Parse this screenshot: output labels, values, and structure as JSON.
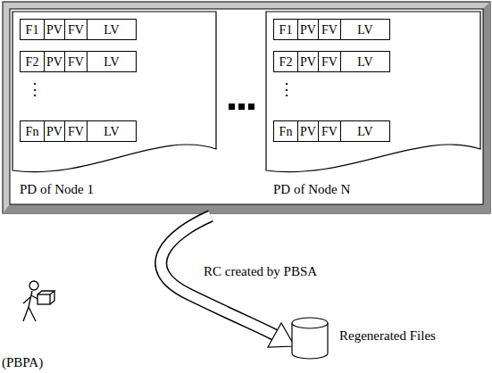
{
  "diagram": {
    "nodes": [
      {
        "text": [
          "PD of Node 1"
        ]
      },
      {
        "text": [
          "F1"
        ],
        "in": 0
      },
      {
        "text": [
          "PV"
        ],
        "in": 0
      },
      {
        "text": [
          "FV"
        ],
        "in": 0
      },
      {
        "text": [
          "LV"
        ],
        "in": 0
      },
      {
        "text": [
          "F2"
        ],
        "in": 0
      },
      {
        "text": [
          "PV"
        ],
        "in": 0
      },
      {
        "text": [
          "FV"
        ],
        "in": 0
      },
      {
        "text": [
          "LV"
        ],
        "in": 0
      },
      {
        "text": [
          "Fn"
        ],
        "in": 0
      },
      {
        "text": [
          "PV"
        ],
        "in": 0
      },
      {
        "text": [
          "FV"
        ],
        "in": 0
      },
      {
        "text": [
          "LV"
        ],
        "in": 0
      },
      {
        "text": [
          "PD of Node N"
        ]
      },
      {
        "text": [
          "F1"
        ],
        "in": 13
      },
      {
        "text": [
          "PV"
        ],
        "in": 13
      },
      {
        "text": [
          "FV"
        ],
        "in": 13
      },
      {
        "text": [
          "LV"
        ],
        "in": 13
      },
      {
        "text": [
          "F2"
        ],
        "in": 13
      },
      {
        "text": [
          "PV"
        ],
        "in": 13
      },
      {
        "text": [
          "FV"
        ],
        "in": 13
      },
      {
        "text": [
          "LV"
        ],
        "in": 13
      },
      {
        "text": [
          "Fn"
        ],
        "in": 13
      },
      {
        "text": [
          "PV"
        ],
        "in": 13
      },
      {
        "text": [
          "FV"
        ],
        "in": 13
      },
      {
        "text": [
          "LV"
        ],
        "in": 13
      },
      {
        "text": [
          "Regenerated Files"
        ]
      }
    ],
    "labels": [
      "⋮",
      "⋮",
      "RC created by PBSA",
      "(PBPA)"
    ]
  }
}
